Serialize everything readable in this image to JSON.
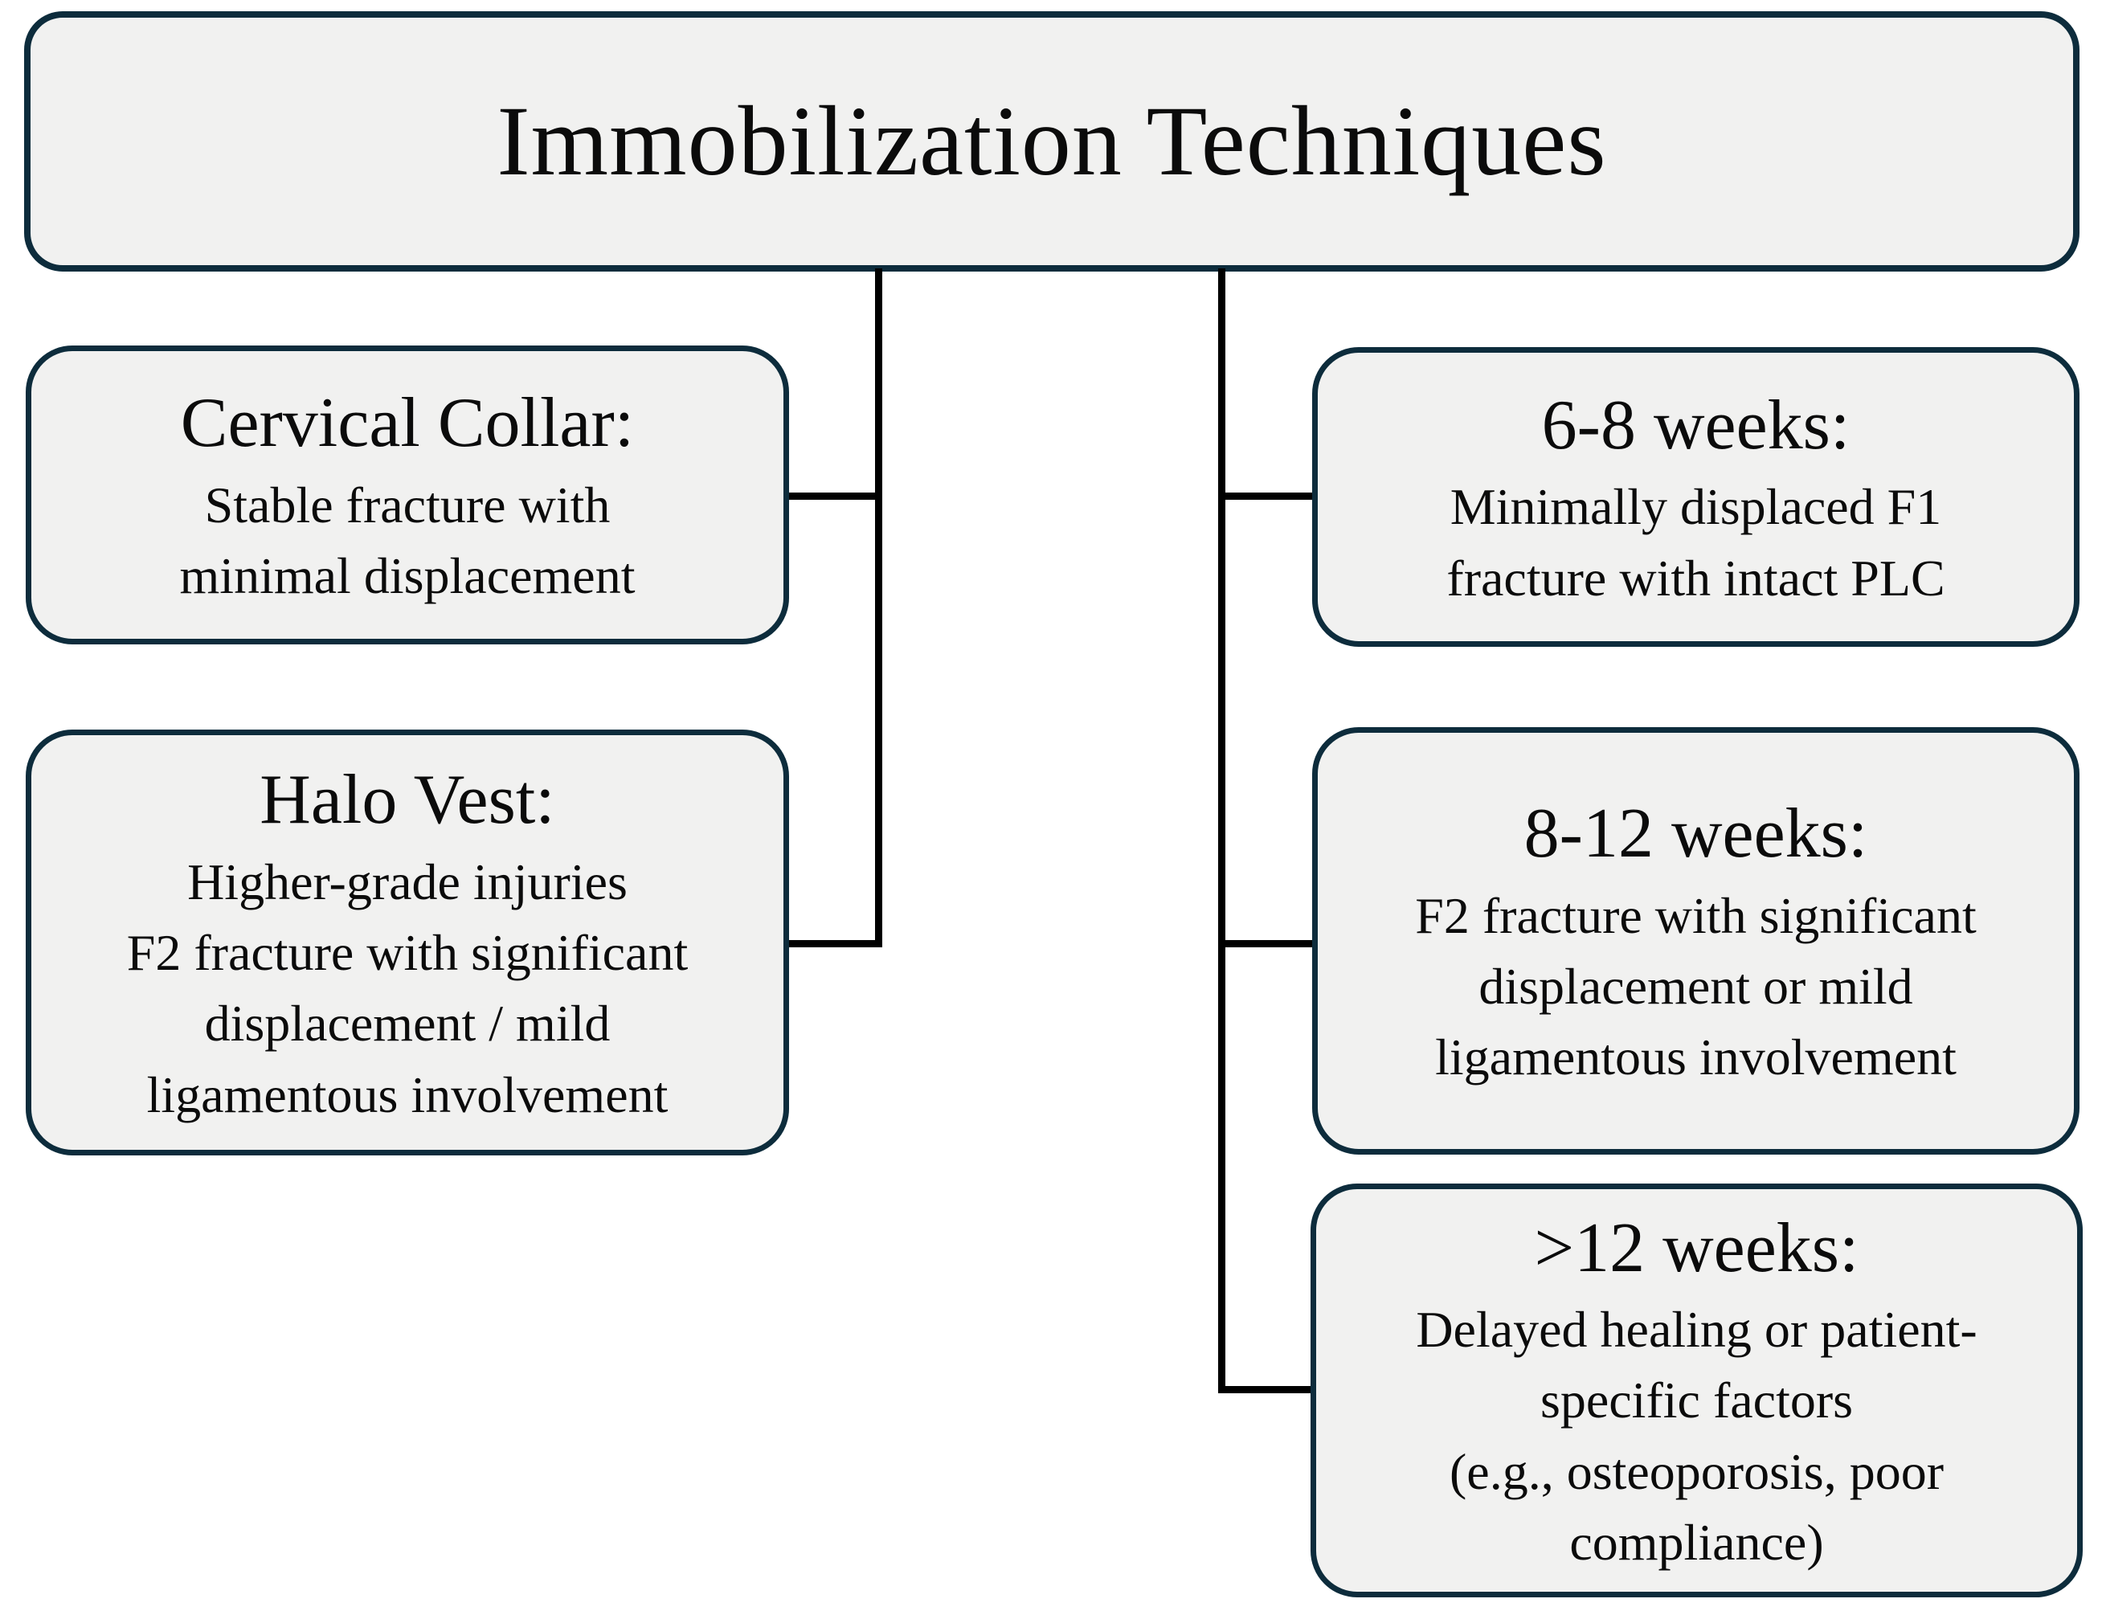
{
  "title": "Immobilization Techniques",
  "colors": {
    "background": "#ffffff",
    "box_fill": "#f1f1f0",
    "box_border": "#0d2c3c",
    "connector": "#000000",
    "text": "#0b0b0b"
  },
  "left_column": [
    {
      "heading": "Cervical Collar:",
      "body": [
        "Stable fracture with",
        "minimal displacement"
      ]
    },
    {
      "heading": "Halo Vest:",
      "body": [
        "Higher-grade injuries",
        "F2 fracture with significant",
        "displacement / mild",
        "ligamentous involvement"
      ]
    }
  ],
  "right_column": [
    {
      "heading": "6-8 weeks:",
      "body": [
        "Minimally displaced F1",
        "fracture with intact PLC"
      ]
    },
    {
      "heading": "8-12 weeks:",
      "body": [
        "F2 fracture with significant",
        "displacement or mild",
        "ligamentous involvement"
      ]
    },
    {
      "heading": ">12 weeks:",
      "body": [
        "Delayed healing or patient-",
        "specific factors",
        "(e.g., osteoporosis, poor",
        "compliance)"
      ]
    }
  ]
}
